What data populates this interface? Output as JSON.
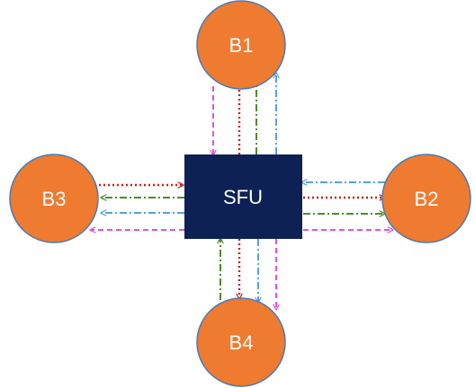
{
  "hub": {
    "label": "SFU",
    "fill": "#0d2154",
    "stroke": "#0a1a45"
  },
  "nodes": {
    "b1": {
      "label": "B1"
    },
    "b2": {
      "label": "B2"
    },
    "b3": {
      "label": "B3"
    },
    "b4": {
      "label": "B4"
    }
  },
  "node_style": {
    "fill": "#ee7b30",
    "stroke": "#4a7ab5"
  },
  "arrow_colors": {
    "red": "#cc1f1f",
    "green": "#4f8a2e",
    "blue": "#5aa0dc",
    "magenta": "#dd55dd"
  }
}
